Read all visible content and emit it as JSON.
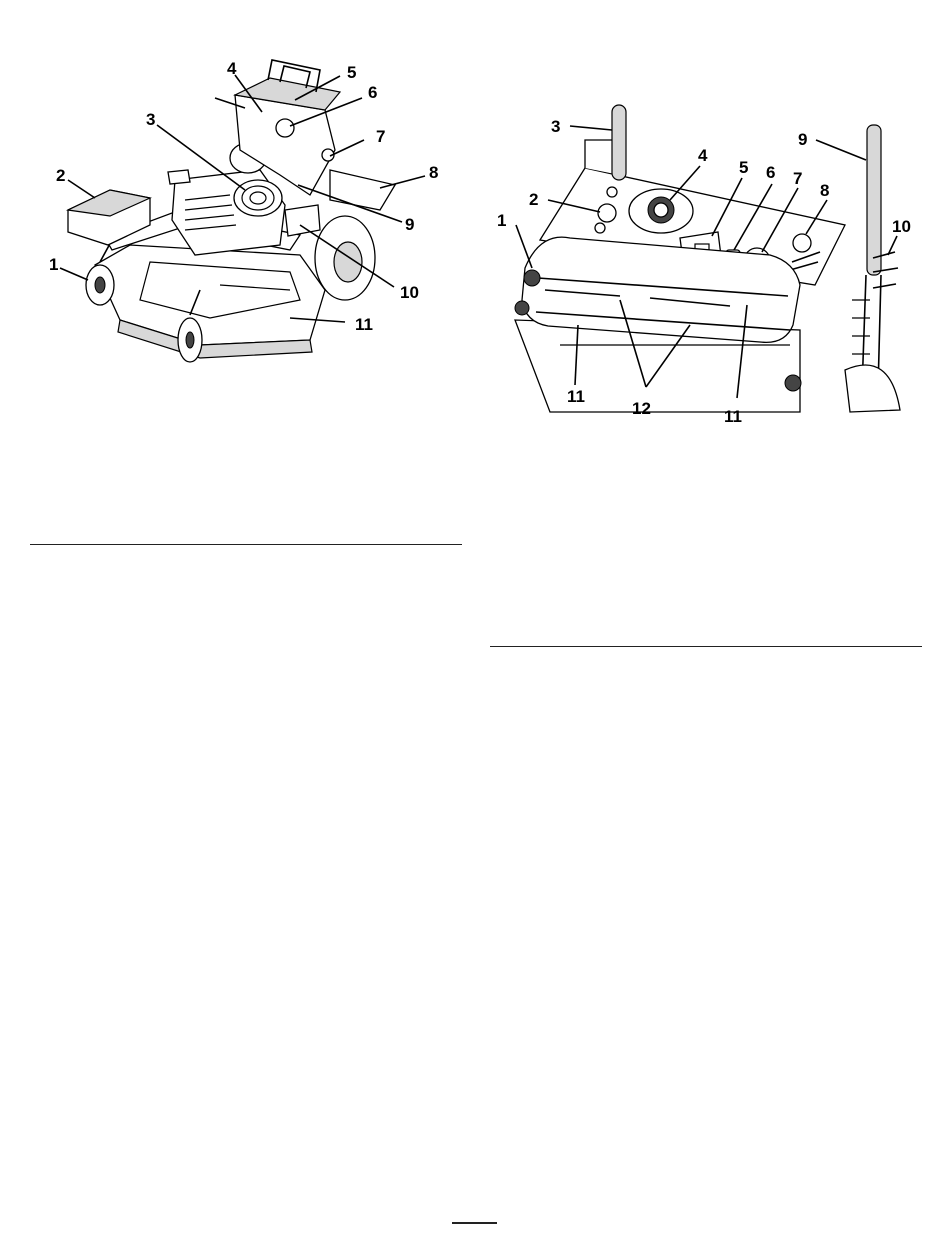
{
  "figure1": {
    "callouts": [
      "1",
      "2",
      "3",
      "4",
      "5",
      "6",
      "7",
      "8",
      "9",
      "10",
      "11"
    ]
  },
  "figure2": {
    "callouts": [
      "1",
      "2",
      "3",
      "4",
      "5",
      "6",
      "7",
      "8",
      "9",
      "10",
      "11",
      "12",
      "11"
    ]
  },
  "page_number": ""
}
